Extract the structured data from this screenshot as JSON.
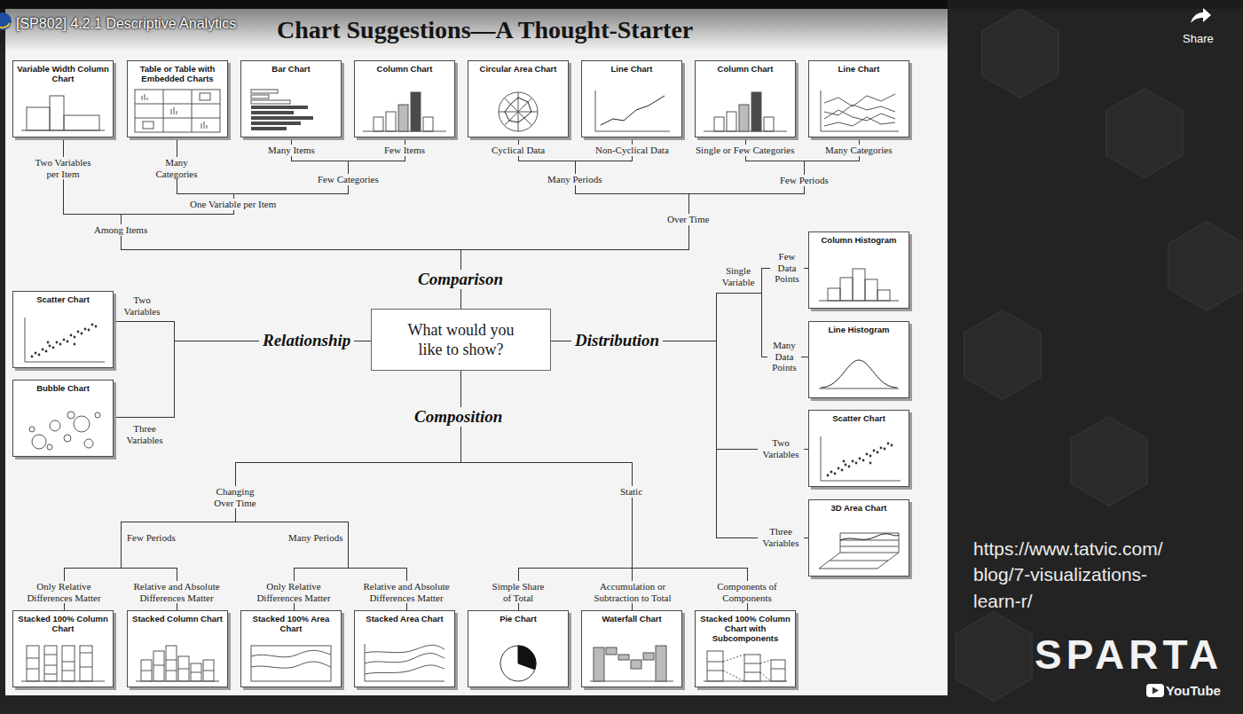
{
  "diagram": {
    "title": "Chart Suggestions—A Thought-Starter",
    "nodes": [
      {
        "text": [
          "Variable Width Column Chart"
        ]
      },
      {
        "text": [
          "Table or Table with Embedded Charts"
        ]
      },
      {
        "text": [
          "Bar Chart"
        ]
      },
      {
        "text": [
          "Column Chart"
        ]
      },
      {
        "text": [
          "Circular Area Chart"
        ]
      },
      {
        "text": [
          "Line Chart"
        ]
      },
      {
        "text": [
          "Column Chart"
        ]
      },
      {
        "text": [
          "Line Chart"
        ]
      },
      {
        "text": [
          "Scatter Chart"
        ]
      },
      {
        "text": [
          "Bubble Chart"
        ]
      },
      {
        "text": [
          "What would you like to show?"
        ]
      },
      {
        "text": [
          "Column Histogram"
        ]
      },
      {
        "text": [
          "Line Histogram"
        ]
      },
      {
        "text": [
          "Scatter Chart"
        ]
      },
      {
        "text": [
          "3D Area Chart"
        ]
      },
      {
        "text": [
          "Stacked 100% Column Chart"
        ]
      },
      {
        "text": [
          "Stacked Column Chart"
        ]
      },
      {
        "text": [
          "Stacked 100% Area Chart"
        ]
      },
      {
        "text": [
          "Stacked Area Chart"
        ]
      },
      {
        "text": [
          "Pie Chart"
        ]
      },
      {
        "text": [
          "Waterfall Chart"
        ]
      },
      {
        "text": [
          "Stacked 100% Column Chart with Subcomponents"
        ]
      }
    ],
    "edges": [
      {
        "from": 10,
        "to": 0,
        "arrow": "none"
      },
      {
        "from": 10,
        "to": 1,
        "arrow": "none"
      },
      {
        "from": 10,
        "to": 2,
        "arrow": "none"
      },
      {
        "from": 10,
        "to": 3,
        "arrow": "none"
      },
      {
        "from": 10,
        "to": 4,
        "arrow": "none"
      },
      {
        "from": 10,
        "to": 5,
        "arrow": "none"
      },
      {
        "from": 10,
        "to": 6,
        "arrow": "none"
      },
      {
        "from": 10,
        "to": 7,
        "arrow": "none"
      },
      {
        "from": 10,
        "to": 8,
        "arrow": "none"
      },
      {
        "from": 10,
        "to": 9,
        "arrow": "none"
      },
      {
        "from": 10,
        "to": 11,
        "arrow": "none"
      },
      {
        "from": 10,
        "to": 12,
        "arrow": "none"
      },
      {
        "from": 10,
        "to": 13,
        "arrow": "none"
      },
      {
        "from": 10,
        "to": 14,
        "arrow": "none"
      },
      {
        "from": 10,
        "to": 15,
        "arrow": "none"
      },
      {
        "from": 10,
        "to": 16,
        "arrow": "none"
      },
      {
        "from": 10,
        "to": 17,
        "arrow": "none"
      },
      {
        "from": 10,
        "to": 18,
        "arrow": "none"
      },
      {
        "from": 10,
        "to": 19,
        "arrow": "none"
      },
      {
        "from": 10,
        "to": 20,
        "arrow": "none"
      },
      {
        "from": 10,
        "to": 21,
        "arrow": "none"
      }
    ],
    "labels": [
      "[SP802] 4.2.1 Descriptive Analytics",
      "Share",
      "Two Variables per Item",
      "Many Categories",
      "Many Items",
      "Few Items",
      "Cyclical Data",
      "Non-Cyclical Data",
      "Single or Few Categories",
      "Many Categories",
      "Few Categories",
      "Many Periods",
      "Few Periods",
      "One Variable per Item",
      "Over Time",
      "Among Items",
      "Few Data Points",
      "Single Variable",
      "Comparison",
      "Two Variables",
      "Relationship",
      "Distribution",
      "Many Data Points",
      "Composition",
      "Three Variables",
      "Two Variables",
      "Changing Over Time",
      "Static",
      "Three Variables",
      "Few Periods",
      "Many Periods",
      "https://www.tatvic.com/ blog/7-visualizations- learn-r/",
      "Only Relative Differences Matter",
      "Relative and Absolute Differences Matter",
      "Only Relative Differences Matter",
      "Relative and Absolute Differences Matter",
      "Simple Share of Total",
      "Accumulation or Subtraction to Total",
      "Components of Components",
      "SPARTA",
      "YouTube"
    ]
  }
}
